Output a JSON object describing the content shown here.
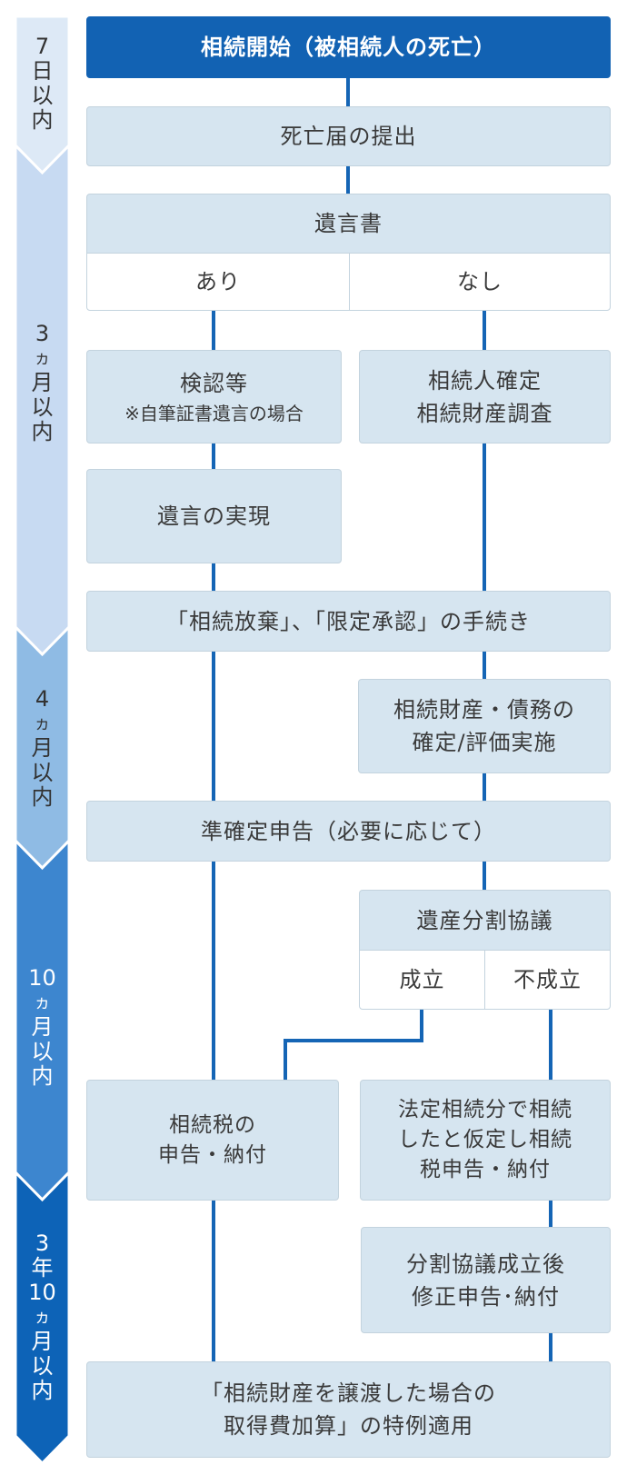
{
  "timeline": [
    {
      "lines": [
        "7",
        "日",
        "以",
        "内"
      ],
      "color": "#dde9f6"
    },
    {
      "lines": [
        "3",
        "ヵ",
        "月",
        "以",
        "内"
      ],
      "color": "#c7daf2"
    },
    {
      "lines": [
        "4",
        "ヵ",
        "月",
        "以",
        "内"
      ],
      "color": "#8fbbe4"
    },
    {
      "lines": [
        "10",
        "ヵ",
        "月",
        "以",
        "内"
      ],
      "color": "#3d86cf"
    },
    {
      "lines": [
        "3",
        "年",
        "10",
        "ヵ",
        "月",
        "以",
        "内"
      ],
      "color": "#0d63b7"
    }
  ],
  "colors": {
    "line": "#1565b5",
    "box": "#d6e5f0",
    "header": "#1262b3"
  },
  "nodes": {
    "start": "相続開始（被相続人の死亡）",
    "death_notice": "死亡届の提出",
    "will": "遺言書",
    "will_yes": "あり",
    "will_no": "なし",
    "probate": "検認等",
    "probate_note": "※自筆証書遺言の場合",
    "heir_confirm_1": "相続人確定",
    "heir_confirm_2": "相続財産調査",
    "will_execute": "遺言の実現",
    "renounce": "「相続放棄」、「限定承認」の手続き",
    "asset_confirm_1": "相続財産・債務の",
    "asset_confirm_2": "確定/評価実施",
    "quasi_return": "準確定申告（必要に応じて）",
    "division": "遺産分割協議",
    "div_ok": "成立",
    "div_ng": "不成立",
    "tax_return_1": "相続税の",
    "tax_return_2": "申告・納付",
    "statutory_1": "法定相続分で相続",
    "statutory_2": "したと仮定し相続",
    "statutory_3": "税申告・納付",
    "amend_1": "分割協議成立後",
    "amend_2": "修正申告･納付",
    "special_1": "「相続財産を譲渡した場合の",
    "special_2": "取得費加算」の特例適用"
  }
}
